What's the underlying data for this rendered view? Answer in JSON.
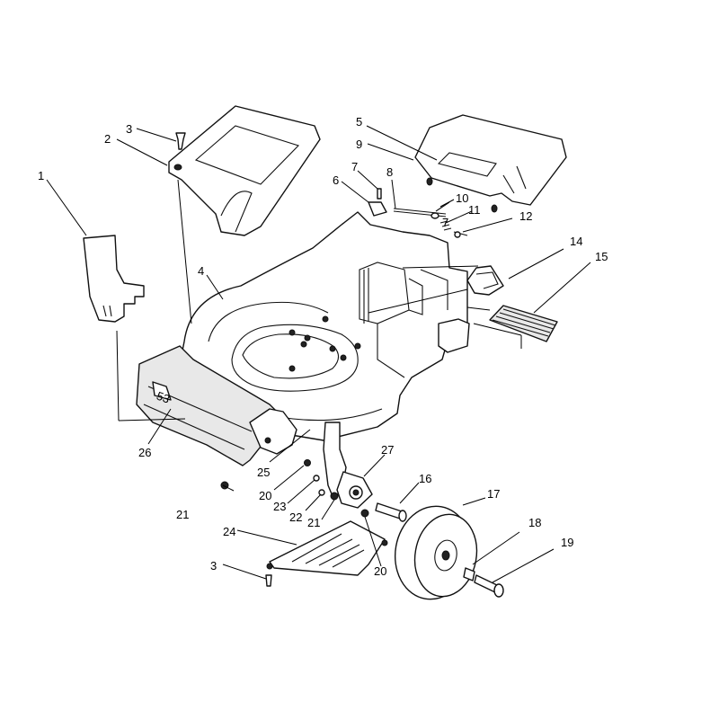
{
  "callouts": [
    {
      "id": "c1",
      "label": "1"
    },
    {
      "id": "c2",
      "label": "2"
    },
    {
      "id": "c3a",
      "label": "3"
    },
    {
      "id": "c3b",
      "label": "3"
    },
    {
      "id": "c4",
      "label": "4"
    },
    {
      "id": "c5",
      "label": "5"
    },
    {
      "id": "c6",
      "label": "6"
    },
    {
      "id": "c7a",
      "label": "7"
    },
    {
      "id": "c7b",
      "label": "7"
    },
    {
      "id": "c8",
      "label": "8"
    },
    {
      "id": "c9",
      "label": "9"
    },
    {
      "id": "c10",
      "label": "10"
    },
    {
      "id": "c11",
      "label": "11"
    },
    {
      "id": "c12",
      "label": "12"
    },
    {
      "id": "c14",
      "label": "14"
    },
    {
      "id": "c15",
      "label": "15"
    },
    {
      "id": "c16",
      "label": "16"
    },
    {
      "id": "c17",
      "label": "17"
    },
    {
      "id": "c18",
      "label": "18"
    },
    {
      "id": "c19",
      "label": "19"
    },
    {
      "id": "c20a",
      "label": "20"
    },
    {
      "id": "c20b",
      "label": "20"
    },
    {
      "id": "c21a",
      "label": "21"
    },
    {
      "id": "c21b",
      "label": "21"
    },
    {
      "id": "c22",
      "label": "22"
    },
    {
      "id": "c23",
      "label": "23"
    },
    {
      "id": "c24",
      "label": "24"
    },
    {
      "id": "c25",
      "label": "25"
    },
    {
      "id": "c26",
      "label": "26"
    },
    {
      "id": "c27",
      "label": "27"
    }
  ],
  "deck_badge": "53"
}
